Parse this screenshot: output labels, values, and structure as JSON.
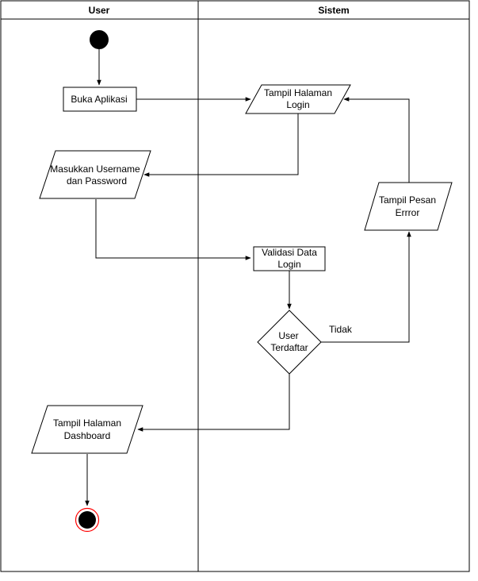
{
  "lanes": {
    "user": "User",
    "system": "Sistem"
  },
  "nodes": {
    "start": {
      "kind": "start"
    },
    "buka": {
      "kind": "process",
      "lines": [
        "Buka Aplikasi"
      ]
    },
    "tampil_login": {
      "kind": "io",
      "lines": [
        "Tampil Halaman",
        "Login"
      ]
    },
    "masukkan": {
      "kind": "io",
      "lines": [
        "Masukkan Username",
        "dan Password"
      ]
    },
    "validasi": {
      "kind": "process",
      "lines": [
        "Validasi Data",
        "Login"
      ]
    },
    "decision": {
      "kind": "decision",
      "lines": [
        "User",
        "Terdaftar"
      ]
    },
    "error": {
      "kind": "io",
      "lines": [
        "Tampil Pesan",
        "Errror"
      ]
    },
    "dashboard": {
      "kind": "io",
      "lines": [
        "Tampil Halaman",
        "Dashboard"
      ]
    },
    "end": {
      "kind": "end"
    }
  },
  "edges": {
    "tidak_label": "Tidak"
  },
  "colors": {
    "stroke": "#000000",
    "fill": "#ffffff",
    "end_ring": "#ff0000"
  }
}
